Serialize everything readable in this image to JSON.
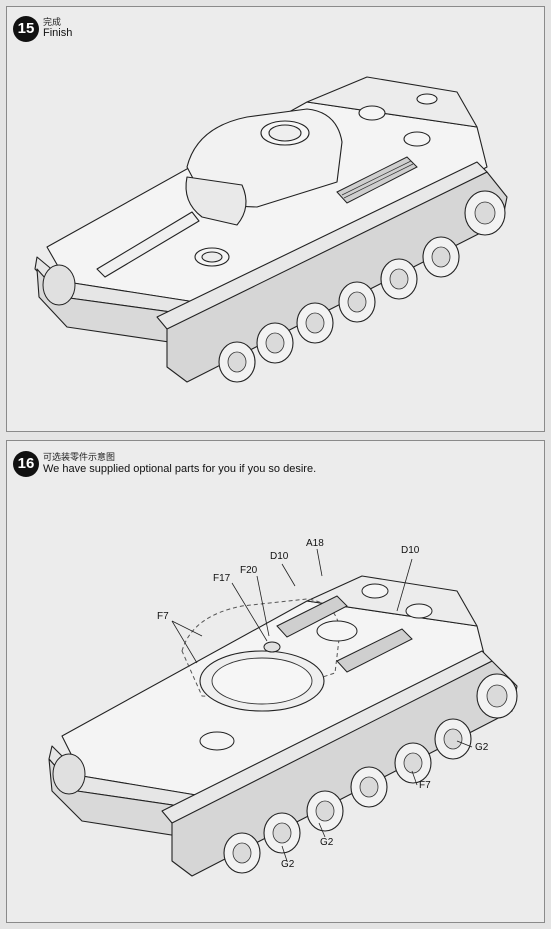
{
  "steps": [
    {
      "number": "15",
      "title_cn": "完成",
      "title_en": "Finish"
    },
    {
      "number": "16",
      "title_cn": "可选装零件示意图",
      "title_en": "We have supplied optional parts for you if you so desire."
    }
  ],
  "callouts": {
    "a18": "A18",
    "d10_left": "D10",
    "d10_right": "D10",
    "f17": "F17",
    "f20": "F20",
    "f7_top": "F7",
    "f7_bottom": "F7",
    "g2_right": "G2",
    "g2_middle": "G2",
    "g2_bottom": "G2"
  }
}
